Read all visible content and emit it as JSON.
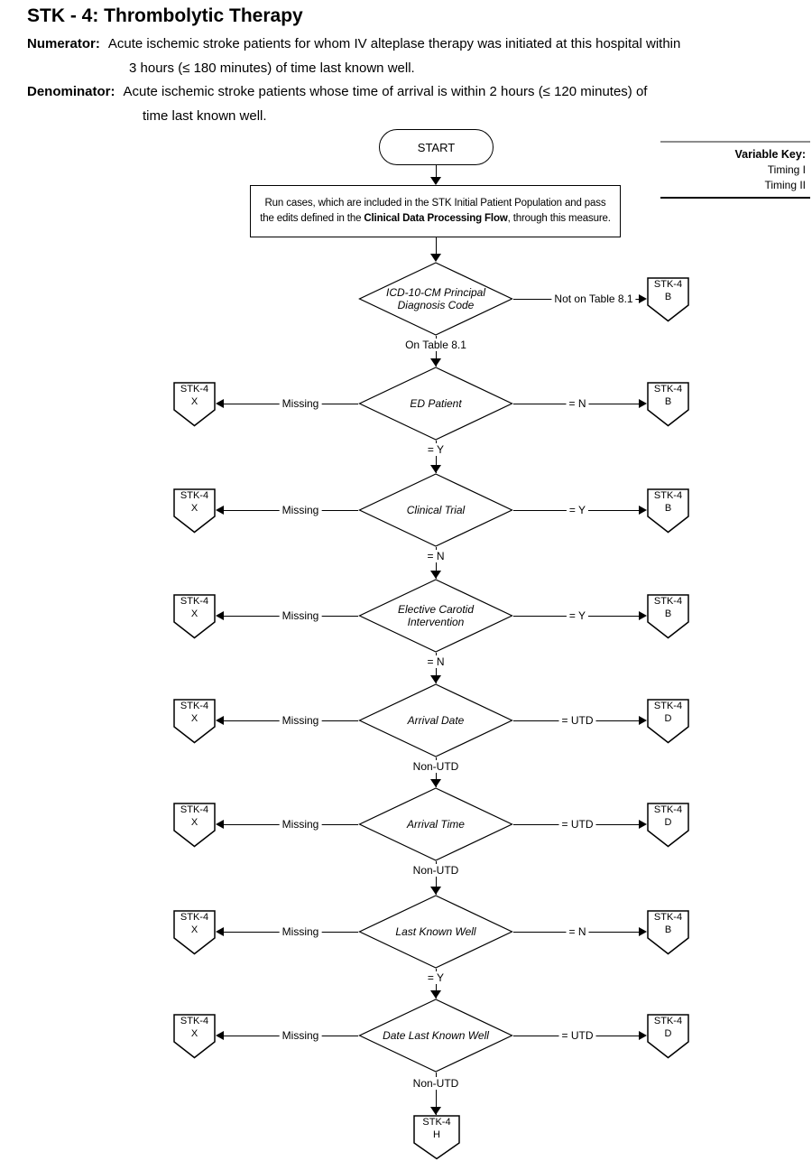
{
  "header": {
    "title": "STK - 4:  Thrombolytic Therapy",
    "numerator_label": "Numerator:",
    "numerator_line1": "Acute ischemic stroke patients for whom IV alteplase therapy was initiated at this hospital within",
    "numerator_line2": "3 hours (≤ 180 minutes) of time last known well.",
    "denominator_label": "Denominator:",
    "denominator_line1": "Acute ischemic stroke patients whose time of arrival is within 2 hours (≤ 120 minutes) of",
    "denominator_line2": "time last  known well."
  },
  "variable_key": {
    "title": "Variable Key:",
    "item1": "Timing I",
    "item2": "Timing II"
  },
  "flow": {
    "start": "START",
    "process_line1": "Run cases, which are included in the STK Initial Patient Population and pass",
    "process_line2_pre": "the edits defined in the ",
    "process_line2_bold": "Clinical Data Processing Flow",
    "process_line2_post": ", through this measure."
  },
  "decisions": [
    {
      "line1": "ICD-10-CM Principal",
      "line2": "Diagnosis Code",
      "right_label": "Not on Table 8.1",
      "right_tag": "STK-4",
      "right_letter": "B",
      "down_label": "On Table 8.1"
    },
    {
      "line1": "ED Patient",
      "line2": "",
      "left_label": "Missing",
      "left_tag": "STK-4",
      "left_letter": "X",
      "right_label": "= N",
      "right_tag": "STK-4",
      "right_letter": "B",
      "down_label": "= Y"
    },
    {
      "line1": "Clinical Trial",
      "line2": "",
      "left_label": "Missing",
      "left_tag": "STK-4",
      "left_letter": "X",
      "right_label": "= Y",
      "right_tag": "STK-4",
      "right_letter": "B",
      "down_label": "= N"
    },
    {
      "line1": "Elective Carotid",
      "line2": "Intervention",
      "left_label": "Missing",
      "left_tag": "STK-4",
      "left_letter": "X",
      "right_label": "= Y",
      "right_tag": "STK-4",
      "right_letter": "B",
      "down_label": "= N"
    },
    {
      "line1": "Arrival Date",
      "line2": "",
      "left_label": "Missing",
      "left_tag": "STK-4",
      "left_letter": "X",
      "right_label": "= UTD",
      "right_tag": "STK-4",
      "right_letter": "D",
      "down_label": "Non-UTD"
    },
    {
      "line1": "Arrival Time",
      "line2": "",
      "left_label": "Missing",
      "left_tag": "STK-4",
      "left_letter": "X",
      "right_label": "= UTD",
      "right_tag": "STK-4",
      "right_letter": "D",
      "down_label": "Non-UTD"
    },
    {
      "line1": "Last Known Well",
      "line2": "",
      "left_label": "Missing",
      "left_tag": "STK-4",
      "left_letter": "X",
      "right_label": "= N",
      "right_tag": "STK-4",
      "right_letter": "B",
      "down_label": "= Y"
    },
    {
      "line1": "Date Last Known Well",
      "line2": "",
      "left_label": "Missing",
      "left_tag": "STK-4",
      "left_letter": "X",
      "right_label": "= UTD",
      "right_tag": "STK-4",
      "right_letter": "D",
      "down_label": "Non-UTD"
    }
  ],
  "end_connector": {
    "tag": "STK-4",
    "letter": "H"
  }
}
